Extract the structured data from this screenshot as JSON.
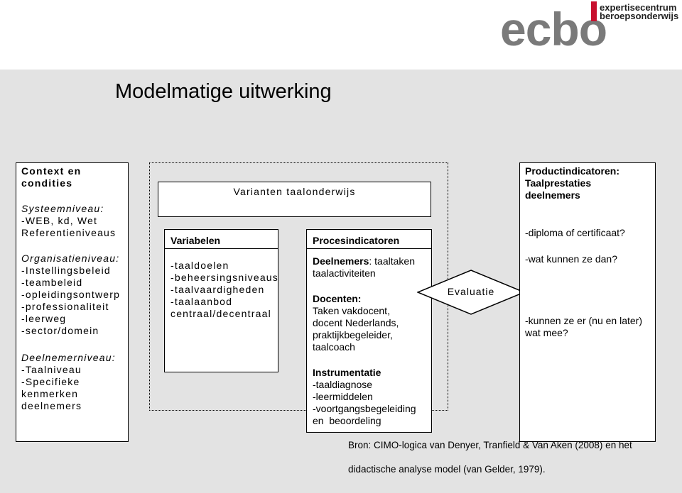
{
  "logo": {
    "wordmark": "ecbo",
    "line1": "expertisecentrum",
    "line2": "beroepsonderwijs",
    "accent_color": "#c8102e"
  },
  "slide": {
    "title": "Modelmatige uitwerking",
    "band_color": "#e3e3e3"
  },
  "context": {
    "heading1": "Context en",
    "heading2": "condities",
    "system_level": "Systeemniveau:",
    "system_items": [
      "-WEB, kd, Wet",
      "Referentieniveaus"
    ],
    "org_level": "Organisatieniveau:",
    "org_items": [
      "-Instellingsbeleid",
      "-teambeleid",
      "-opleidingsontwerp",
      "-professionaliteit",
      "-leerweg",
      "-sector/domein"
    ],
    "participant_level": "Deelnemerniveau:",
    "participant_items": [
      "-Taalniveau",
      "-Specifieke",
      "kenmerken",
      "deelnemers"
    ]
  },
  "variants": {
    "heading": "Varianten taalonderwijs"
  },
  "variables": {
    "heading": "Variabelen",
    "items": [
      "-taaldoelen",
      "-beheersingsniveaus",
      "-taalvaardigheden",
      "-taalaanbod",
      "centraal/decentraal"
    ]
  },
  "process": {
    "heading": "Procesindicatoren",
    "participants_label": "Deelnemers",
    "participants_text": ": taaltaken",
    "participants_line2": "taalactiviteiten",
    "teachers_label": "Docenten:",
    "teachers_items": [
      "Taken vakdocent,",
      "docent Nederlands,",
      "praktijkbegeleider,",
      "taalcoach"
    ],
    "instruments_label": "Instrumentatie",
    "instruments_items": [
      "-taaldiagnose",
      "-leermiddelen",
      "-voortgangsbegeleiding",
      "en  beoordeling"
    ]
  },
  "evaluation": {
    "label": "Evaluatie"
  },
  "product": {
    "heading_lines": [
      "Productindicatoren:",
      "Taalprestaties",
      "deelnemers"
    ],
    "items": [
      "-diploma of certificaat?",
      "-wat kunnen ze dan?",
      "-kunnen ze er (nu en later)",
      "wat mee?"
    ]
  },
  "source": {
    "line1": "Bron: CIMO-logica van Denyer, Tranfield & Van Aken (2008) en het",
    "line2": "didactische analyse model (van Gelder, 1979)."
  }
}
